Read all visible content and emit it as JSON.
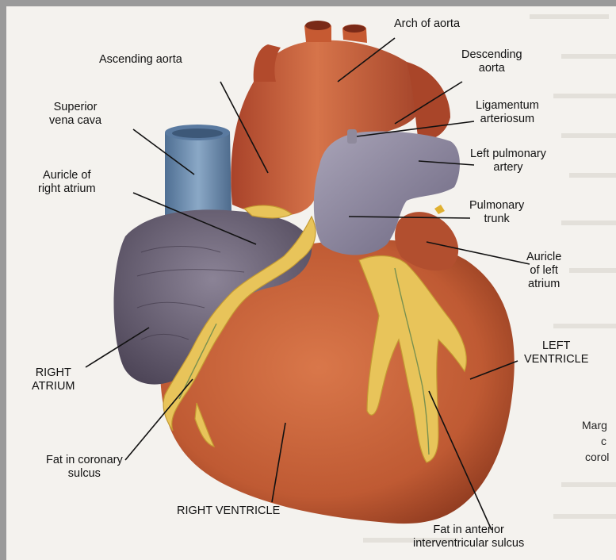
{
  "labels": {
    "arch_of_aorta": "Arch of aorta",
    "ascending_aorta": "Ascending aorta",
    "descending_aorta": [
      "Descending",
      "aorta"
    ],
    "superior_vena_cava": [
      "Superior",
      "vena cava"
    ],
    "ligamentum_arteriosum": [
      "Ligamentum",
      "arteriosum"
    ],
    "left_pulmonary_artery": [
      "Left pulmonary",
      "artery"
    ],
    "auricle_of_right_atrium": [
      "Auricle of",
      "right atrium"
    ],
    "pulmonary_trunk": [
      "Pulmonary",
      "trunk"
    ],
    "auricle_of_left_atrium": [
      "Auricle",
      "of left",
      "atrium"
    ],
    "left_ventricle": [
      "LEFT",
      "VENTRICLE"
    ],
    "right_atrium": [
      "RIGHT",
      "ATRIUM"
    ],
    "fat_in_coronary_sulcus": [
      "Fat in coronary",
      "sulcus"
    ],
    "right_ventricle": "RIGHT VENTRICLE",
    "fat_in_anterior_interventricular_sulcus": [
      "Fat in anterior",
      "interventricular sulcus"
    ]
  },
  "edge_text": [
    "Marg",
    "c",
    "corol"
  ],
  "colors": {
    "background": "#f4f2ee",
    "border": "#9a9a9a",
    "aorta": "#c65a32",
    "vena_cava": "#6f8fb0",
    "pulmonary": "#8a8598",
    "right_atrium": "#6e6577",
    "ventricle": "#c8643c",
    "fat": "#e8c45a"
  }
}
